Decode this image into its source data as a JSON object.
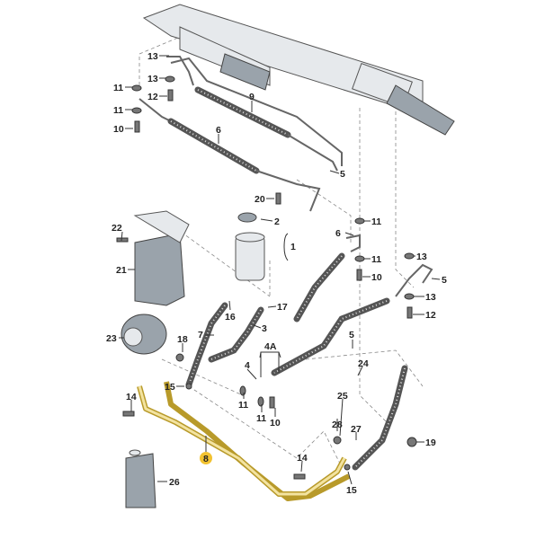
{
  "diagram": {
    "title": "Power steering hydraulic lines exploded parts diagram",
    "highlight_color": "#f2c230",
    "callouts": [
      "13",
      "13",
      "11",
      "12",
      "11",
      "10",
      "9",
      "6",
      "5",
      "20",
      "2",
      "1",
      "22",
      "21",
      "11",
      "6",
      "11",
      "10",
      "13",
      "5",
      "13",
      "12",
      "16",
      "17",
      "3",
      "7",
      "23",
      "18",
      "4A",
      "4",
      "5",
      "24",
      "15",
      "14",
      "11",
      "11",
      "10",
      "25",
      "28",
      "27",
      "19",
      "8",
      "14",
      "15",
      "26"
    ],
    "highlighted_callout": "8"
  }
}
